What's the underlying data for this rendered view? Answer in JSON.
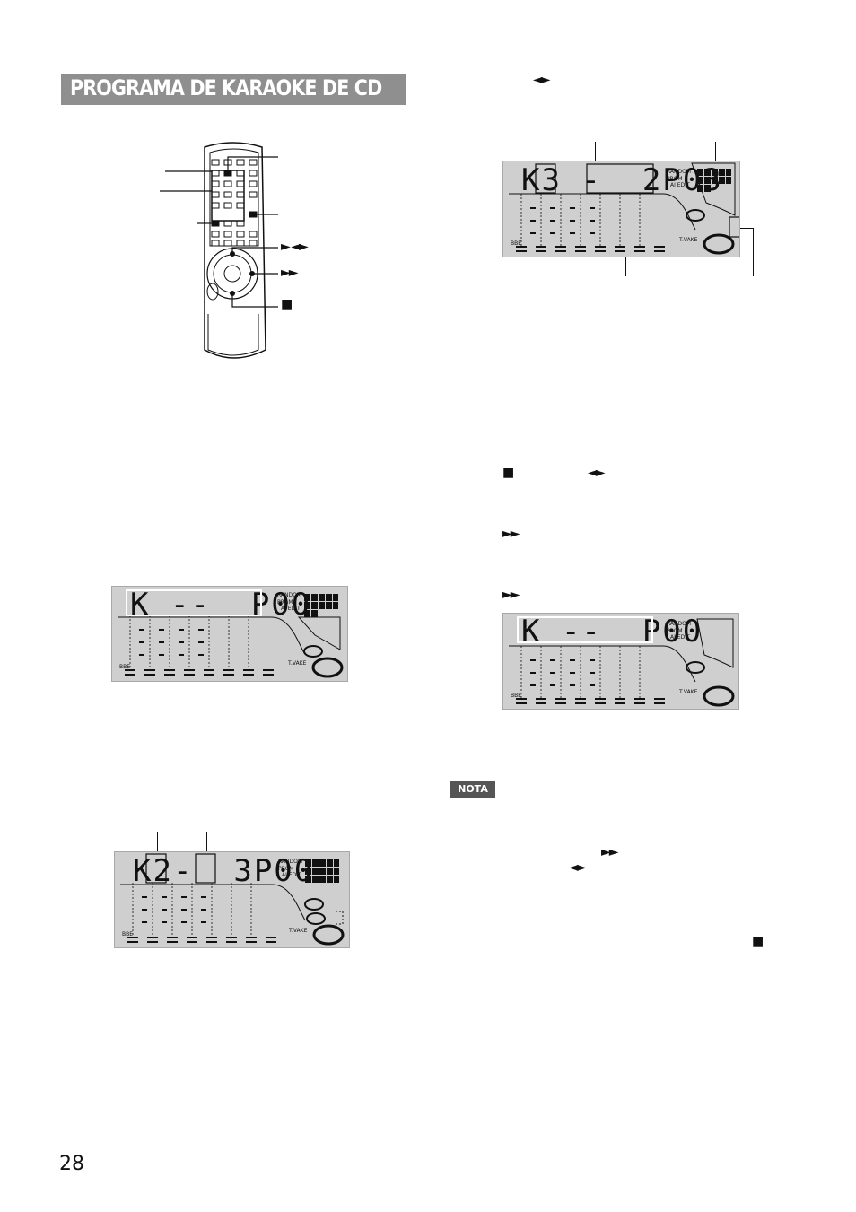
{
  "header": {
    "title": "PROGRAMA DE KARAOKE DE CD"
  },
  "symbols": {
    "top_skip": "◄►",
    "remote_play_skip": "► ◄►",
    "remote_fwd": "►►",
    "remote_stop": "■",
    "stop_then": "■",
    "skip_then": "◄►",
    "fwd_a": "►►",
    "fwd_b": "►►",
    "note_fwd": "►►",
    "note_skip": "◄►",
    "note_stop": "■"
  },
  "displays": {
    "d1": {
      "digits": "K --  P00",
      "random": "RANDOM",
      "prgm": "PRGM",
      "ai_edit": "AI   EDIT",
      "bbe": "BBE",
      "tuning": "T.VAKE",
      "grid": [
        "1",
        "2",
        "3",
        "4",
        "5",
        "6",
        "7",
        "8",
        "9",
        "10",
        "11",
        "12"
      ]
    },
    "d2": {
      "digits": "K2-  3P00",
      "random": "RANDOM",
      "prgm": "PRGM",
      "ai_edit": "AI   EDIT",
      "bbe": "BBE",
      "tuning": "T.VAKE",
      "grid": [
        "1",
        "2",
        "3",
        "4",
        "5",
        "6",
        "7",
        "8",
        "9",
        "10",
        "11",
        "12",
        "13",
        "14",
        "15"
      ]
    },
    "d3": {
      "digits": "K3 -  2P03",
      "random": "RANDOM",
      "prgm": "PRGM",
      "ai_edit": "AI   EDIT",
      "bbe": "BBE",
      "tuning": "T.VAKE",
      "grid": [
        "1",
        "2",
        "3",
        "4",
        "5",
        "6",
        "7",
        "8",
        "9",
        "10",
        "11",
        "12"
      ]
    },
    "d4": {
      "digits": "K --  P00",
      "random": "RANDOM",
      "prgm": "PRGM",
      "ai_edit": "AI   EDIT",
      "bbe": "BBE",
      "tuning": "T.VAKE",
      "grid": []
    }
  },
  "note_label": "NOTA",
  "page_number": "28"
}
